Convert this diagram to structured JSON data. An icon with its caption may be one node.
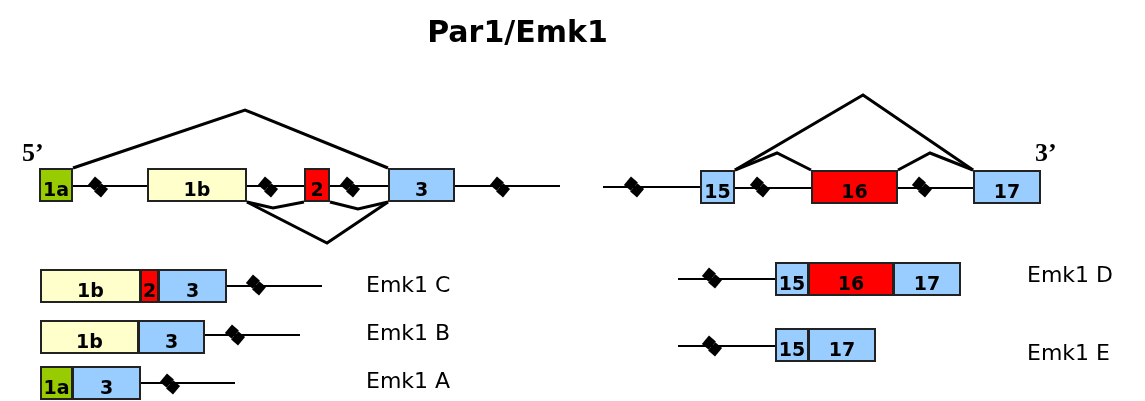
{
  "diagram": {
    "title": "Par1/Emk1",
    "nodes": [
      {
        "text": [
          "1a"
        ]
      },
      {
        "text": [
          "1b"
        ]
      },
      {
        "text": [
          "2"
        ]
      },
      {
        "text": [
          "3"
        ]
      },
      {
        "text": [
          "15"
        ]
      },
      {
        "text": [
          "16"
        ]
      },
      {
        "text": [
          "17"
        ]
      },
      {
        "text": [
          "1b"
        ]
      },
      {
        "text": [
          "2"
        ]
      },
      {
        "text": [
          "3"
        ]
      },
      {
        "text": [
          "15"
        ]
      },
      {
        "text": [
          "16"
        ]
      },
      {
        "text": [
          "17"
        ]
      },
      {
        "text": [
          "1b"
        ]
      },
      {
        "text": [
          "3"
        ]
      },
      {
        "text": [
          "15"
        ]
      },
      {
        "text": [
          "17"
        ]
      },
      {
        "text": [
          "1a"
        ]
      },
      {
        "text": [
          "3"
        ]
      }
    ],
    "edges": [
      {
        "from": 0,
        "to": 3,
        "arrow": "none"
      },
      {
        "from": 1,
        "to": 2,
        "arrow": "none"
      },
      {
        "from": 2,
        "to": 3,
        "arrow": "none"
      },
      {
        "from": 1,
        "to": 3,
        "arrow": "none"
      },
      {
        "from": 4,
        "to": 6,
        "arrow": "none"
      },
      {
        "from": 4,
        "to": 5,
        "arrow": "none"
      },
      {
        "from": 5,
        "to": 6,
        "arrow": "none"
      },
      {
        "from": 0,
        "to": 1,
        "arrow": "none"
      },
      {
        "from": 1,
        "to": 2,
        "arrow": "none"
      },
      {
        "from": 2,
        "to": 3,
        "arrow": "none"
      },
      {
        "from": 4,
        "to": 5,
        "arrow": "none"
      },
      {
        "from": 5,
        "to": 6,
        "arrow": "none"
      }
    ],
    "labels": [
      "5’",
      "3’",
      "Emk1 C",
      "Emk1 D",
      "Emk1 B",
      "Emk1 E",
      "Emk1 A"
    ]
  }
}
